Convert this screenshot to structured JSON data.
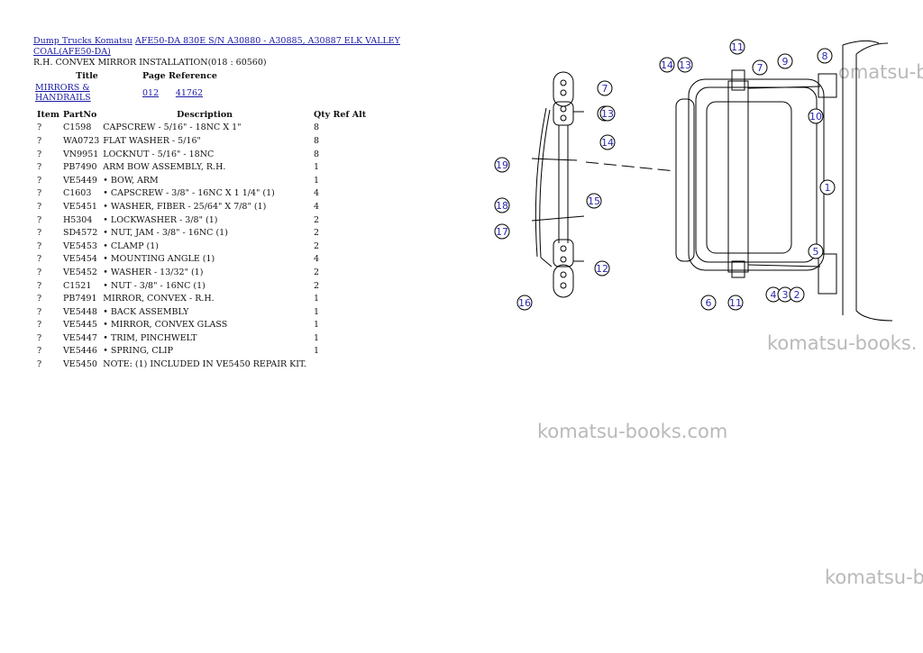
{
  "header": {
    "crumb_category": "Dump Trucks Komatsu",
    "crumb_model": "AFE50-DA 830E S/N A30880 - A30885, A30887 ELK VALLEY COAL(AFE50-DA)",
    "section_title": "R.H. CONVEX MIRROR INSTALLATION(018 : 60560)"
  },
  "reference": {
    "col_title": "Title",
    "col_page_ref": "Page Reference",
    "row": {
      "title": "MIRRORS & HANDRAILS",
      "ref1": "012",
      "ref2": "41762"
    }
  },
  "parts": {
    "headers": {
      "item": "Item",
      "partno": "PartNo",
      "description": "Description",
      "qty": "Qty",
      "ref": "Ref",
      "alt": "Alt"
    },
    "rows": [
      {
        "item": "?",
        "partno": "C1598",
        "description": "CAPSCREW - 5/16\" - 18NC X 1\"",
        "qty": "8"
      },
      {
        "item": "?",
        "partno": "WA0723",
        "description": "FLAT WASHER - 5/16\"",
        "qty": "8"
      },
      {
        "item": "?",
        "partno": "VN9951",
        "description": "LOCKNUT - 5/16\" - 18NC",
        "qty": "8"
      },
      {
        "item": "?",
        "partno": "PB7490",
        "description": "ARM BOW ASSEMBLY, R.H.",
        "qty": "1"
      },
      {
        "item": "?",
        "partno": "VE5449",
        "description": "• BOW, ARM",
        "qty": "1"
      },
      {
        "item": "?",
        "partno": "C1603",
        "description": "• CAPSCREW - 3/8\" - 16NC X 1 1/4\" (1)",
        "qty": "4"
      },
      {
        "item": "?",
        "partno": "VE5451",
        "description": "• WASHER, FIBER - 25/64\" X 7/8\" (1)",
        "qty": "4"
      },
      {
        "item": "?",
        "partno": "H5304",
        "description": "• LOCKWASHER - 3/8\" (1)",
        "qty": "2"
      },
      {
        "item": "?",
        "partno": "SD4572",
        "description": "• NUT, JAM - 3/8\" - 16NC (1)",
        "qty": "2"
      },
      {
        "item": "?",
        "partno": "VE5453",
        "description": "• CLAMP (1)",
        "qty": "2"
      },
      {
        "item": "?",
        "partno": "VE5454",
        "description": "• MOUNTING ANGLE (1)",
        "qty": "4"
      },
      {
        "item": "?",
        "partno": "VE5452",
        "description": "• WASHER - 13/32\" (1)",
        "qty": "2"
      },
      {
        "item": "?",
        "partno": "C1521",
        "description": "• NUT - 3/8\" - 16NC (1)",
        "qty": "2"
      },
      {
        "item": "?",
        "partno": "PB7491",
        "description": "MIRROR, CONVEX - R.H.",
        "qty": "1"
      },
      {
        "item": "?",
        "partno": "VE5448",
        "description": "• BACK ASSEMBLY",
        "qty": "1"
      },
      {
        "item": "?",
        "partno": "VE5445",
        "description": "• MIRROR, CONVEX GLASS",
        "qty": "1"
      },
      {
        "item": "?",
        "partno": "VE5447",
        "description": "• TRIM, PINCHWELT",
        "qty": "1"
      },
      {
        "item": "?",
        "partno": "VE5446",
        "description": "• SPRING, CLIP",
        "qty": "1"
      },
      {
        "item": "?",
        "partno": "VE5450",
        "description": "NOTE: (1) INCLUDED IN VE5450 REPAIR KIT.",
        "qty": ""
      }
    ]
  },
  "watermarks": [
    "omatsu-b",
    "komatsu-books.",
    "komatsu-books.com",
    "komatsu-b"
  ],
  "callouts": [
    "11",
    "14",
    "13",
    "7",
    "9",
    "8",
    "7",
    "10",
    "7",
    "13",
    "14",
    "19",
    "15",
    "18",
    "17",
    "12",
    "16",
    "5",
    "6",
    "11",
    "4",
    "3",
    "2",
    "1"
  ],
  "colors": {
    "link": "#1a1aa6",
    "callout": "#2a2ab0",
    "watermark": "#b9b9b9"
  }
}
